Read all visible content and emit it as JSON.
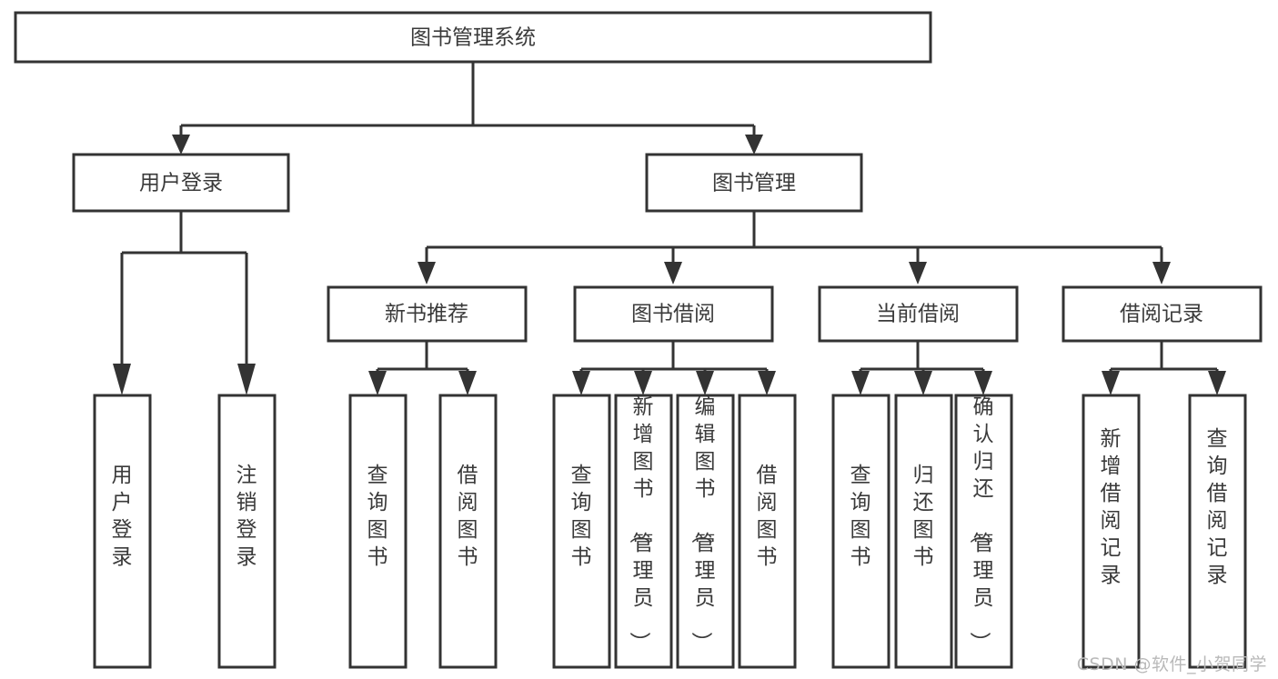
{
  "diagram": {
    "title": "图书管理系统",
    "watermark": "CSDN @软件_小贺同学",
    "colors": {
      "stroke": "#333333",
      "fill": "#ffffff",
      "text": "#3a3a3a",
      "watermark": "#b9b9b9"
    },
    "root": {
      "label": "图书管理系统"
    },
    "level2": [
      {
        "label": "用户登录"
      },
      {
        "label": "图书管理"
      }
    ],
    "level3": [
      {
        "label": "新书推荐"
      },
      {
        "label": "图书借阅"
      },
      {
        "label": "当前借阅"
      },
      {
        "label": "借阅记录"
      }
    ],
    "leaves": {
      "user_login": [
        {
          "label": "用户登录"
        },
        {
          "label": "注销登录"
        }
      ],
      "new_book": [
        {
          "label": "查询图书"
        },
        {
          "label": "借阅图书"
        }
      ],
      "book_borrow": [
        {
          "label": "查询图书"
        },
        {
          "label": "新增图书（管理员）"
        },
        {
          "label": "编辑图书（管理员）"
        },
        {
          "label": "借阅图书"
        }
      ],
      "current_borrow": [
        {
          "label": "查询图书"
        },
        {
          "label": "归还图书"
        },
        {
          "label": "确认归还（管理员）"
        }
      ],
      "borrow_record": [
        {
          "label": "新增借阅记录"
        },
        {
          "label": "查询借阅记录"
        }
      ]
    }
  }
}
